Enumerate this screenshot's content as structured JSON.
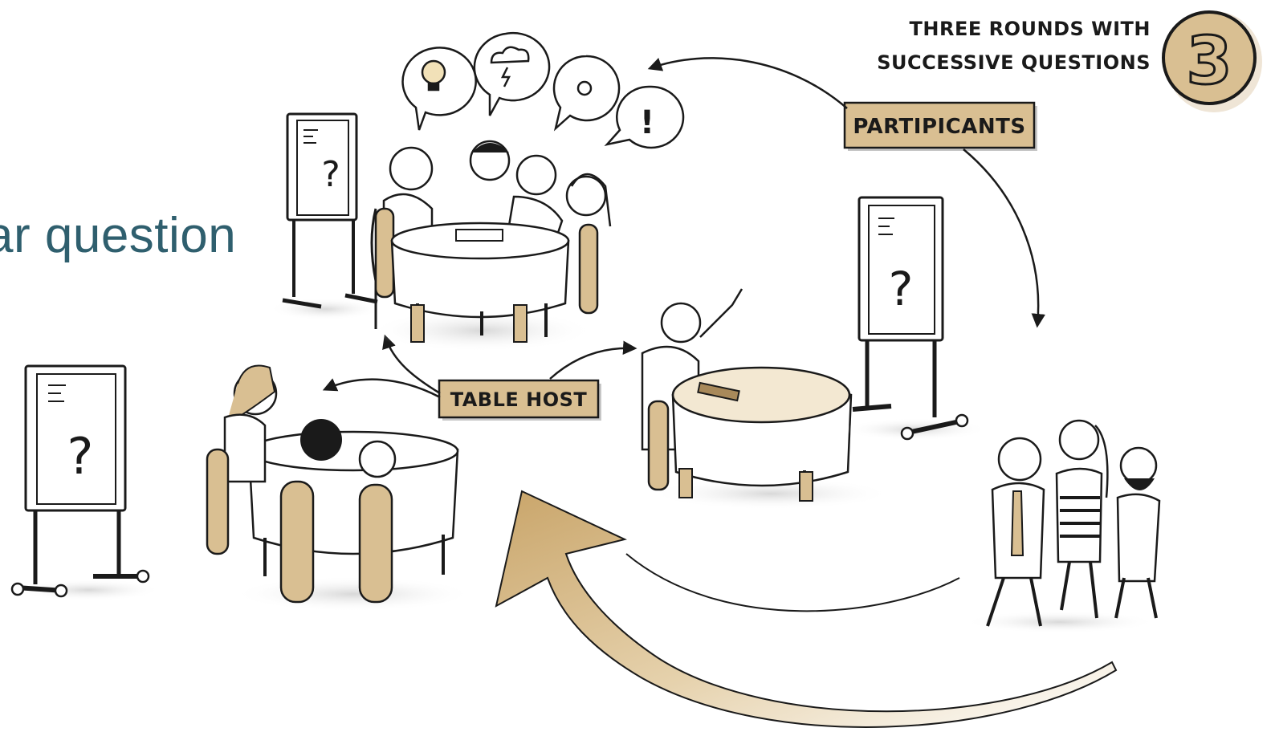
{
  "title_fragment": "ar question",
  "rounds_caption_line1": "THREE ROUNDS WITH",
  "rounds_caption_line2": "SUCCESSIVE QUESTIONS",
  "rounds_number": "3",
  "label_participants": "PARTIPICANTS",
  "label_table_host": "TABLE HOST",
  "flipchart_mark": "?",
  "colors": {
    "accent_tan": "#d9bf92",
    "arrow_tan": "#c9a56a",
    "ink": "#1a1a1a",
    "title_teal": "#2f5f6e"
  }
}
